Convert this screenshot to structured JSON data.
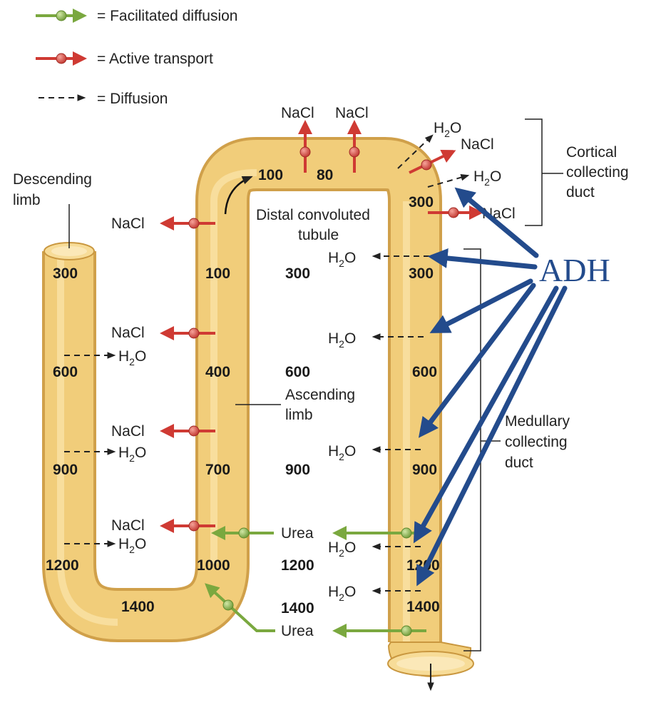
{
  "legend": {
    "facilitated": "= Facilitated diffusion",
    "active": "= Active transport",
    "diffusion": "= Diffusion"
  },
  "labels": {
    "descending_limb": [
      "Descending",
      "limb"
    ],
    "distal_tubule": [
      "Distal convoluted",
      "tubule"
    ],
    "ascending_limb": [
      "Ascending",
      "limb"
    ],
    "cortical_duct": [
      "Cortical",
      "collecting",
      "duct"
    ],
    "medullary_duct": [
      "Medullary",
      "collecting",
      "duct"
    ],
    "adh": "ADH"
  },
  "descending": [
    "300",
    "600",
    "900",
    "1200"
  ],
  "bottom": "1400",
  "ascending": [
    "100",
    "400",
    "700",
    "1000"
  ],
  "top": [
    "100",
    "80"
  ],
  "interstitium": [
    "300",
    "600",
    "900",
    "1200",
    "1400"
  ],
  "collecting": [
    "300",
    "300",
    "600",
    "900",
    "1200",
    "1400"
  ],
  "solutes": {
    "nacl": "NaCl",
    "urea": "Urea",
    "h2o_h": "H",
    "h2o_o": "O",
    "h2o_sub": "2"
  },
  "colors": {
    "tube": "#f2cf7d",
    "tube_edge": "#d3a34a",
    "active": "#cf3a33",
    "facilitated": "#7aa83f",
    "adh": "#234b8c"
  }
}
